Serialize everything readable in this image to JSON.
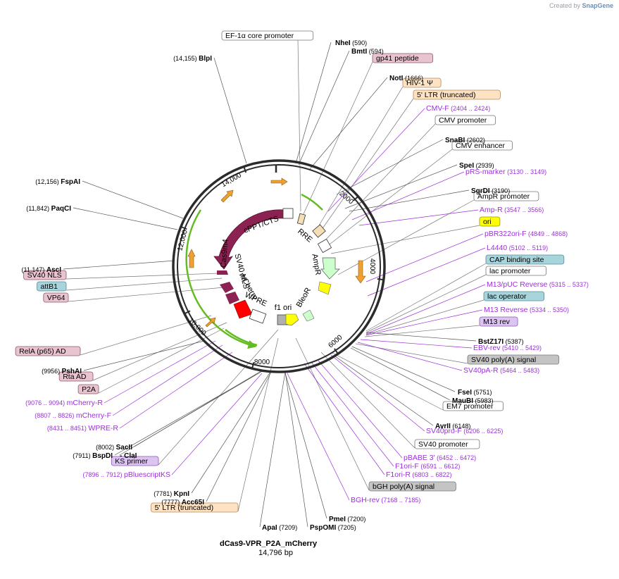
{
  "credit": {
    "prefix": "Created by",
    "brand": "SnapGene"
  },
  "plasmid": {
    "name": "dCas9-VPR_P2A_mCherry",
    "length_label": "14,796 bp",
    "length": 14796
  },
  "ruler_ticks": [
    "2000",
    "4000",
    "6000",
    "8000",
    "10,000",
    "12,000",
    "14,000"
  ],
  "inner_labels": [
    "cPPT/CTS",
    "RRE",
    "AmpR",
    "BleoR",
    "f1 ori",
    "WPRE",
    "mCherry",
    "SV40 NLS",
    "Cas9m4"
  ],
  "colors": {
    "backbone": "#2b2b2b",
    "enzyme_text": "#000000",
    "primer_text": "#9b30d9",
    "cas9_arrow": "#8b2252",
    "mcherry_arrow": "#ff0000",
    "ampR_arrow": "#ccffcc",
    "bleoR_arrow": "#ffff00",
    "orange_arrow": "#f0a030",
    "green_arc": "#66bb22"
  },
  "features": [
    {
      "text": "EF-1α core promoter",
      "style": "box-white"
    },
    {
      "text": "gp41 peptide",
      "style": "box-pink"
    },
    {
      "text": "HIV-1 Ψ",
      "style": "box-peach"
    },
    {
      "text": "5' LTR (truncated)",
      "style": "box-peach"
    },
    {
      "text": "CMV promoter",
      "style": "box-white"
    },
    {
      "text": "CMV enhancer",
      "style": "box-white"
    },
    {
      "text": "AmpR promoter",
      "style": "box-white"
    },
    {
      "text": "ori",
      "style": "box-yellow"
    },
    {
      "text": "CAP binding site",
      "style": "box-teal"
    },
    {
      "text": "lac promoter",
      "style": "box-white"
    },
    {
      "text": "lac operator",
      "style": "box-teal"
    },
    {
      "text": "M13 rev",
      "style": "box-violet"
    },
    {
      "text": "SV40 poly(A) signal",
      "style": "box-grey"
    },
    {
      "text": "EM7 promoter",
      "style": "box-white"
    },
    {
      "text": "SV40 promoter",
      "style": "box-white"
    },
    {
      "text": "bGH poly(A) signal",
      "style": "box-grey"
    },
    {
      "text": "5' LTR (truncated)",
      "style": "box-peach"
    },
    {
      "text": "KS primer",
      "style": "box-violet"
    },
    {
      "text": "P2A",
      "style": "box-pink"
    },
    {
      "text": "Rta AD",
      "style": "box-pink"
    },
    {
      "text": "RelA (p65) AD",
      "style": "box-pink"
    },
    {
      "text": "VP64",
      "style": "box-pink"
    },
    {
      "text": "attB1",
      "style": "box-teal"
    },
    {
      "text": "SV40 NLS",
      "style": "box-pink"
    }
  ],
  "enzymes": [
    {
      "name": "NheI",
      "pos": "(590)"
    },
    {
      "name": "BmtI",
      "pos": "(594)"
    },
    {
      "name": "NotI",
      "pos": "(1666)"
    },
    {
      "name": "SnaBI",
      "pos": "(2602)"
    },
    {
      "name": "SpeI",
      "pos": "(2939)"
    },
    {
      "name": "SgrDI",
      "pos": "(3190)"
    },
    {
      "name": "BstZ17I",
      "pos": "(5387)"
    },
    {
      "name": "FseI",
      "pos": "(5751)"
    },
    {
      "name": "MauBI",
      "pos": "(5983)"
    },
    {
      "name": "AvrII",
      "pos": "(6148)"
    },
    {
      "name": "PmeI",
      "pos": "(7200)"
    },
    {
      "name": "PspOMI",
      "pos": "(7205)"
    },
    {
      "name": "ApaI",
      "pos": "(7209)"
    },
    {
      "name": "Acc65I",
      "pos": "(7777)"
    },
    {
      "name": "KpnI",
      "pos": "(7781)"
    },
    {
      "name": "BspDI",
      "pos": "(7911)"
    },
    {
      "name": "- ClaI",
      "pos": ""
    },
    {
      "name": "SacII",
      "pos": "(8002)"
    },
    {
      "name": "PshAI",
      "pos": "(9956)"
    },
    {
      "name": "AscI",
      "pos": "(11,147)"
    },
    {
      "name": "PaqCI",
      "pos": "(11,842)"
    },
    {
      "name": "FspAI",
      "pos": "(12,156)"
    },
    {
      "name": "BlpI",
      "pos": "(14,155)"
    }
  ],
  "primers": [
    {
      "name": "CMV-F",
      "range": "(2404 .. 2424)"
    },
    {
      "name": "pRS-marker",
      "range": "(3130 .. 3149)"
    },
    {
      "name": "Amp-R",
      "range": "(3547 .. 3566)"
    },
    {
      "name": "pBR322ori-F",
      "range": "(4849 .. 4868)"
    },
    {
      "name": "L4440",
      "range": "(5102 .. 5119)"
    },
    {
      "name": "M13/pUC Reverse",
      "range": "(5315 .. 5337)"
    },
    {
      "name": "M13 Reverse",
      "range": "(5334 .. 5350)"
    },
    {
      "name": "EBV-rev",
      "range": "(5410 .. 5429)"
    },
    {
      "name": "SV40pA-R",
      "range": "(5464 .. 5483)"
    },
    {
      "name": "SV40pro-F",
      "range": "(6206 .. 6225)"
    },
    {
      "name": "pBABE 3'",
      "range": "(6452 .. 6472)"
    },
    {
      "name": "F1ori-F",
      "range": "(6591 .. 6612)"
    },
    {
      "name": "F1ori-R",
      "range": "(6803 .. 6822)"
    },
    {
      "name": "BGH-rev",
      "range": "(7168 .. 7185)"
    },
    {
      "name": "pBluescriptKS",
      "range": "(7896 .. 7912)"
    },
    {
      "name": "WPRE-R",
      "range": "(8431 .. 8451)"
    },
    {
      "name": "mCherry-F",
      "range": "(8807 .. 8826)"
    },
    {
      "name": "mCherry-R",
      "range": "(9076 .. 9094)"
    }
  ]
}
